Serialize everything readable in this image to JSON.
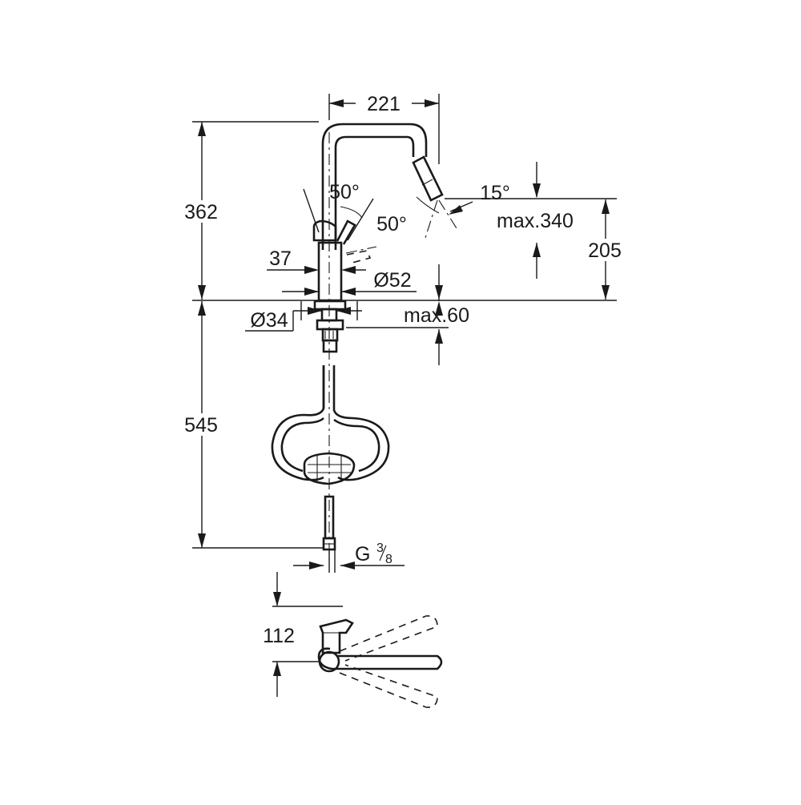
{
  "diagram": {
    "dimensions": {
      "width_top": "221",
      "height_upper": "362",
      "spout_angle": "15°",
      "lever_angle_1": "50°",
      "lever_angle_2": "50°",
      "max_pull_out": "max.340",
      "spout_clearance": "205",
      "lever_offset": "37",
      "body_diameter": "Ø52",
      "hole_diameter": "Ø34",
      "max_deck_thickness": "max.60",
      "height_lower": "545",
      "connection_thread_base": "G",
      "connection_thread_num": "3",
      "connection_thread_den": "8",
      "plan_depth": "112"
    }
  }
}
